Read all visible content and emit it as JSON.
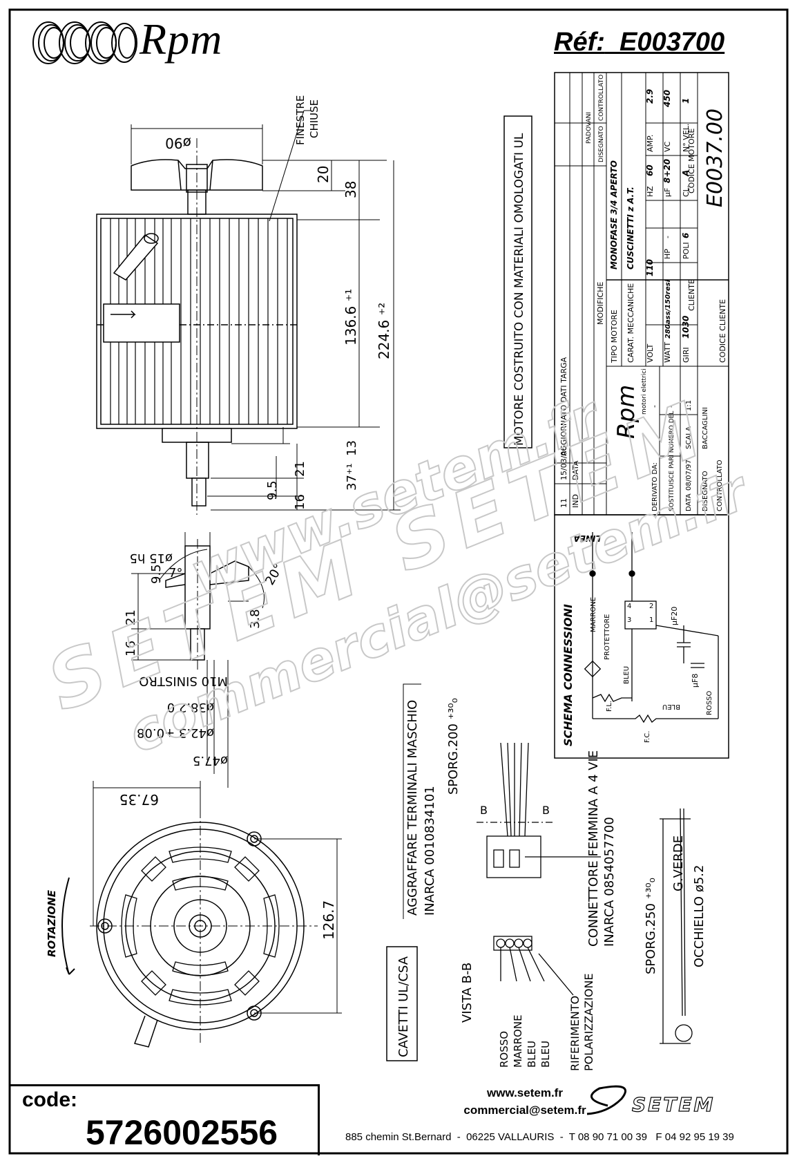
{
  "header": {
    "brand": "Rpm",
    "ref_label": "Réf:",
    "ref_value": "E003700"
  },
  "drawing": {
    "dims_top": {
      "dia90": "ø90",
      "finestre": "FINESTRE",
      "chiuse": "CHIUSE",
      "d20": "20",
      "d38": "38",
      "d136": "136.6 ⁺¹",
      "d224": "224.6 ⁺²",
      "d13": "13",
      "d21": "21",
      "d9_5": "9.5",
      "d37": "37⁺¹",
      "d16": "16"
    },
    "dims_mid": {
      "dia15": "ø15 h5",
      "d9_5": "9.5",
      "deg7": "7°",
      "deg20": "20°",
      "d21": "21",
      "d3_8": "3.8",
      "d16": "16",
      "m10": "M10 SINISTRO",
      "dia38": "ø38.2 0",
      "dia42": "ø42.3 +0.08",
      "dia47": "ø47.5"
    },
    "dims_bottom": {
      "d67": "67.35",
      "d126": "126.7",
      "rotazione": "ROTAZIONE"
    },
    "notes": {
      "materiali": "MOTORE COSTRUITO CON MATERIALI OMOLOGATI UL",
      "aggraffare": "AGGRAFFARE TERMINALI MASCHIO",
      "inarca1": "INARCA 0010834101",
      "sporg200": "SPORG.200 ⁺³⁰₀",
      "connettore": "CONNETTORE FEMMINA A 4 VIE",
      "inarca2": "INARCA 0854057700",
      "vista": "VISTA B-B",
      "cavetti": "CAVETTI UL/CSA",
      "riferimento": "RIFERIMENTO",
      "polarizzazione": "POLARIZZAZIONE",
      "wire_colors": [
        "ROSSO",
        "MARRONE",
        "BLEU",
        "BLEU"
      ],
      "sporg250": "SPORG.250 ⁺³⁰₀",
      "gverde": "G.VERDE",
      "occhiello": "OCCHIELLO ø5.2",
      "b": "B"
    },
    "schema": {
      "title": "SCHEMA CONNESSIONI",
      "linea": "LINEA",
      "marrone": "MARRONE",
      "protettore": "PROTETTORE",
      "bleu": "BLEU",
      "rosso": "ROSSO",
      "uf20": "μF20",
      "uf8": "μF8",
      "fl": "F.L.",
      "fc": "F.C.",
      "terminals": [
        "4",
        "3",
        "2",
        "1"
      ]
    }
  },
  "title_block": {
    "rev_ind": "IND",
    "rev_num": "11",
    "rev_date": "15/03/06",
    "rev_data_label": "DATA",
    "rev_desc": "AGGIORNATO DATI TARGA",
    "modifiche": "MODIFICHE",
    "dash": "-",
    "padovani": "PADOVANI",
    "disegnato_col": "DISEGNATO",
    "controllato_col": "CONTROLLATO",
    "tipo_motore_label": "TIPO MOTORE",
    "tipo_motore": "MONOFASE 3/4 APERTO",
    "carat_label": "CARAT. MECCANICHE",
    "carat": "CUSCINETTI z A.T.",
    "volt_label": "VOLT",
    "volt": "110",
    "hz_label": "HZ",
    "hz": "60",
    "amp_label": "AMP.",
    "amp": "2.9",
    "watt_label": "WATT",
    "watt": "280ass/150resi",
    "hp_label": "HP",
    "hp": "-",
    "uf_label": "μF",
    "uf": "8+20",
    "vc_label": "VC",
    "vc": "450",
    "giri_label": "GIRI",
    "giri": "1030",
    "poli_label": "POLI",
    "poli": "6",
    "cl_label": "CL.",
    "cl": "A",
    "nvel_label": "N° VEL.",
    "nvel": "1",
    "codice_motore_label": "CODICE MOTORE",
    "codice_motore": "E0037.00",
    "cliente_label": "CLIENTE",
    "codice_cliente_label": "CODICE CLIENTE",
    "brand_sub": "motori elettrici",
    "derivato": "DERIVATO DA:",
    "sostituisce": "SOSTITUISCE PARI NUMERO DEL",
    "data_label": "DATA",
    "data_val": "08/07/97",
    "scala_label": "SCALA",
    "scala": "1:1",
    "disegnato_label": "DISEGNATO",
    "disegnato_by": "BACCAGLINI",
    "controllato_label": "CONTROLLATO"
  },
  "watermark": {
    "line1": "www.setem.fr",
    "line2": "SETEM SETEM",
    "line3": "commercial@setem.fr"
  },
  "footer": {
    "code_label": "code:",
    "code_value": "5726002556",
    "website": "www.setem.fr",
    "email": "commercial@setem.fr",
    "address": "885 chemin St.Bernard  -  06225 VALLAURIS  -  T 08 90 71 00 39   F 04 92 95 19 39",
    "setem_logo": "SETEM"
  }
}
